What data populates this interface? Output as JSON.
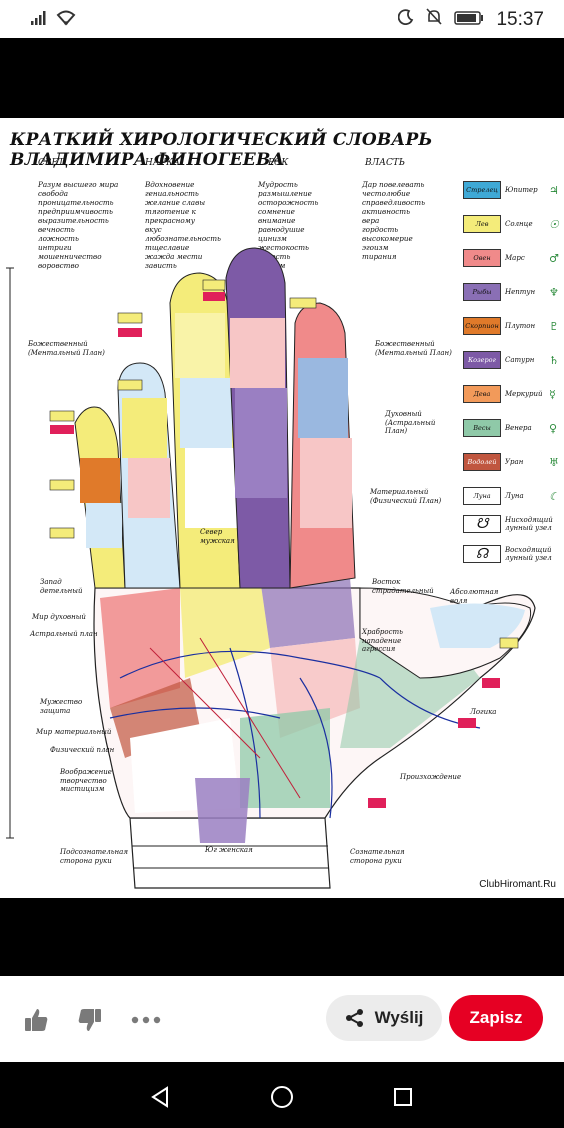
{
  "status_bar": {
    "time": "15:37"
  },
  "image": {
    "title": "КРАТКИЙ ХИРОЛОГИЧЕСКИЙ СЛОВАРЬ ВЛАДИМИРА ФИНОГЕЕВА",
    "watermark": "ClubHiromant.Ru",
    "columns": [
      {
        "head": "СВЕТ",
        "lines": [
          "Разум высшего мира",
          "свобода",
          "проницательность",
          "предприимчивость",
          "выразительность",
          "вечность",
          "ложность",
          "интриги",
          "мошенничество",
          "воровство"
        ]
      },
      {
        "head": "НАУКА",
        "lines": [
          "Вдохновение",
          "гениальность",
          "желание славы",
          "тяготение к прекрасному",
          "вкус",
          "любознательность",
          "тщеславие",
          "жажда мести",
          "зависть"
        ]
      },
      {
        "head": "РОК",
        "lines": [
          "Мудрость",
          "размышление",
          "осторожность",
          "сомнение",
          "внимание",
          "равнодушие",
          "цинизм",
          "жестокость",
          "низость",
          "садизм"
        ]
      },
      {
        "head": "ВЛАСТЬ",
        "lines": [
          "Дар повелевать",
          "честолюбие",
          "справедливость",
          "активность",
          "вера",
          "гордость",
          "высокомерие",
          "эгоизм",
          "тирания"
        ]
      }
    ],
    "legend": [
      {
        "sign": "Стрелец",
        "planet": "Юпитер",
        "symbol": "♃",
        "color": "#3fa9d6"
      },
      {
        "sign": "Лев",
        "planet": "Солнце",
        "symbol": "☉",
        "color": "#f4ec7a"
      },
      {
        "sign": "Овен",
        "planet": "Марс",
        "symbol": "♂",
        "color": "#f08a8a"
      },
      {
        "sign": "Рыбы",
        "planet": "Нептун",
        "symbol": "♆",
        "color": "#8a6fb5"
      },
      {
        "sign": "Скорпион",
        "planet": "Плутон",
        "symbol": "♇",
        "color": "#e07a2a"
      },
      {
        "sign": "Козерог",
        "planet": "Сатурн",
        "symbol": "♄",
        "color": "#7d5aa6"
      },
      {
        "sign": "Дева",
        "planet": "Меркурий",
        "symbol": "☿",
        "color": "#f29a5a"
      },
      {
        "sign": "Весы",
        "planet": "Венера",
        "symbol": "♀",
        "color": "#8fc9a8"
      },
      {
        "sign": "Водолей",
        "planet": "Уран",
        "symbol": "♅",
        "color": "#c0563f"
      },
      {
        "sign": "Луна",
        "planet": "Луна",
        "symbol": "☾",
        "color": "#ffffff"
      },
      {
        "sign": "☋",
        "planet": "Нисходящий лунный узел",
        "symbol": "",
        "color": "#ffffff"
      },
      {
        "sign": "☊",
        "planet": "Восходящий лунный узел",
        "symbol": "",
        "color": "#ffffff"
      }
    ],
    "annotations": {
      "left": [
        "Божественный (Ментальный План)",
        "Запад детельный",
        "Мир духовный",
        "Астральный план",
        "Мужество защита",
        "Мир материальный",
        "Физический план",
        "Воображение творчество мистицизм",
        "Подсознательная сторона руки"
      ],
      "right": [
        "Божественный (Ментальный План)",
        "Духовный (Астральный План)",
        "Материальный (Физический План)",
        "Восток страдательный",
        "Абсолютная воля",
        "Храбрость нападение агрессия",
        "Логика",
        "Произхождение",
        "Сознательная сторона руки"
      ],
      "center": [
        "Юг женская",
        "Север мужская"
      ]
    }
  },
  "actions": {
    "send_label": "Wyślij",
    "save_label": "Zapisz"
  },
  "colors": {
    "accent_red": "#e60023",
    "send_bg": "#ececec"
  }
}
